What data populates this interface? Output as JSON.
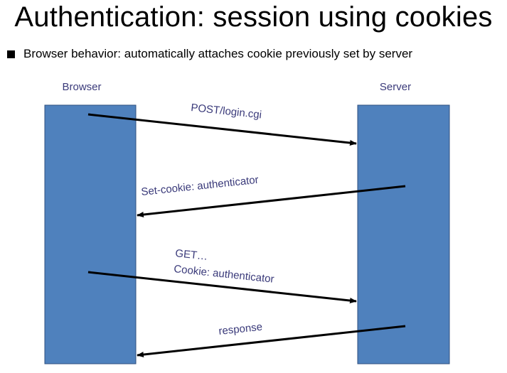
{
  "slide": {
    "title": "Authentication: session using cookies",
    "bullet": "Browser behavior: automatically attaches cookie previously set by server"
  },
  "diagram": {
    "browser_label": "Browser",
    "server_label": "Server",
    "messages": [
      {
        "id": "login",
        "line1": "POST/login.cgi",
        "line2": "",
        "direction": "browser-to-server"
      },
      {
        "id": "set-cookie",
        "line1": "Set-cookie: authenticator",
        "line2": "",
        "direction": "server-to-browser"
      },
      {
        "id": "get",
        "line1": "GET…",
        "line2": "Cookie: authenticator",
        "direction": "browser-to-server"
      },
      {
        "id": "response",
        "line1": "response",
        "line2": "",
        "direction": "server-to-browser"
      }
    ]
  },
  "colors": {
    "box_fill": "#4f81bd",
    "box_stroke": "#2f4f7f",
    "label_text": "#3a3a7a",
    "arrow": "#000000"
  },
  "icons": {
    "bullet": "black-square-bullet-icon"
  }
}
